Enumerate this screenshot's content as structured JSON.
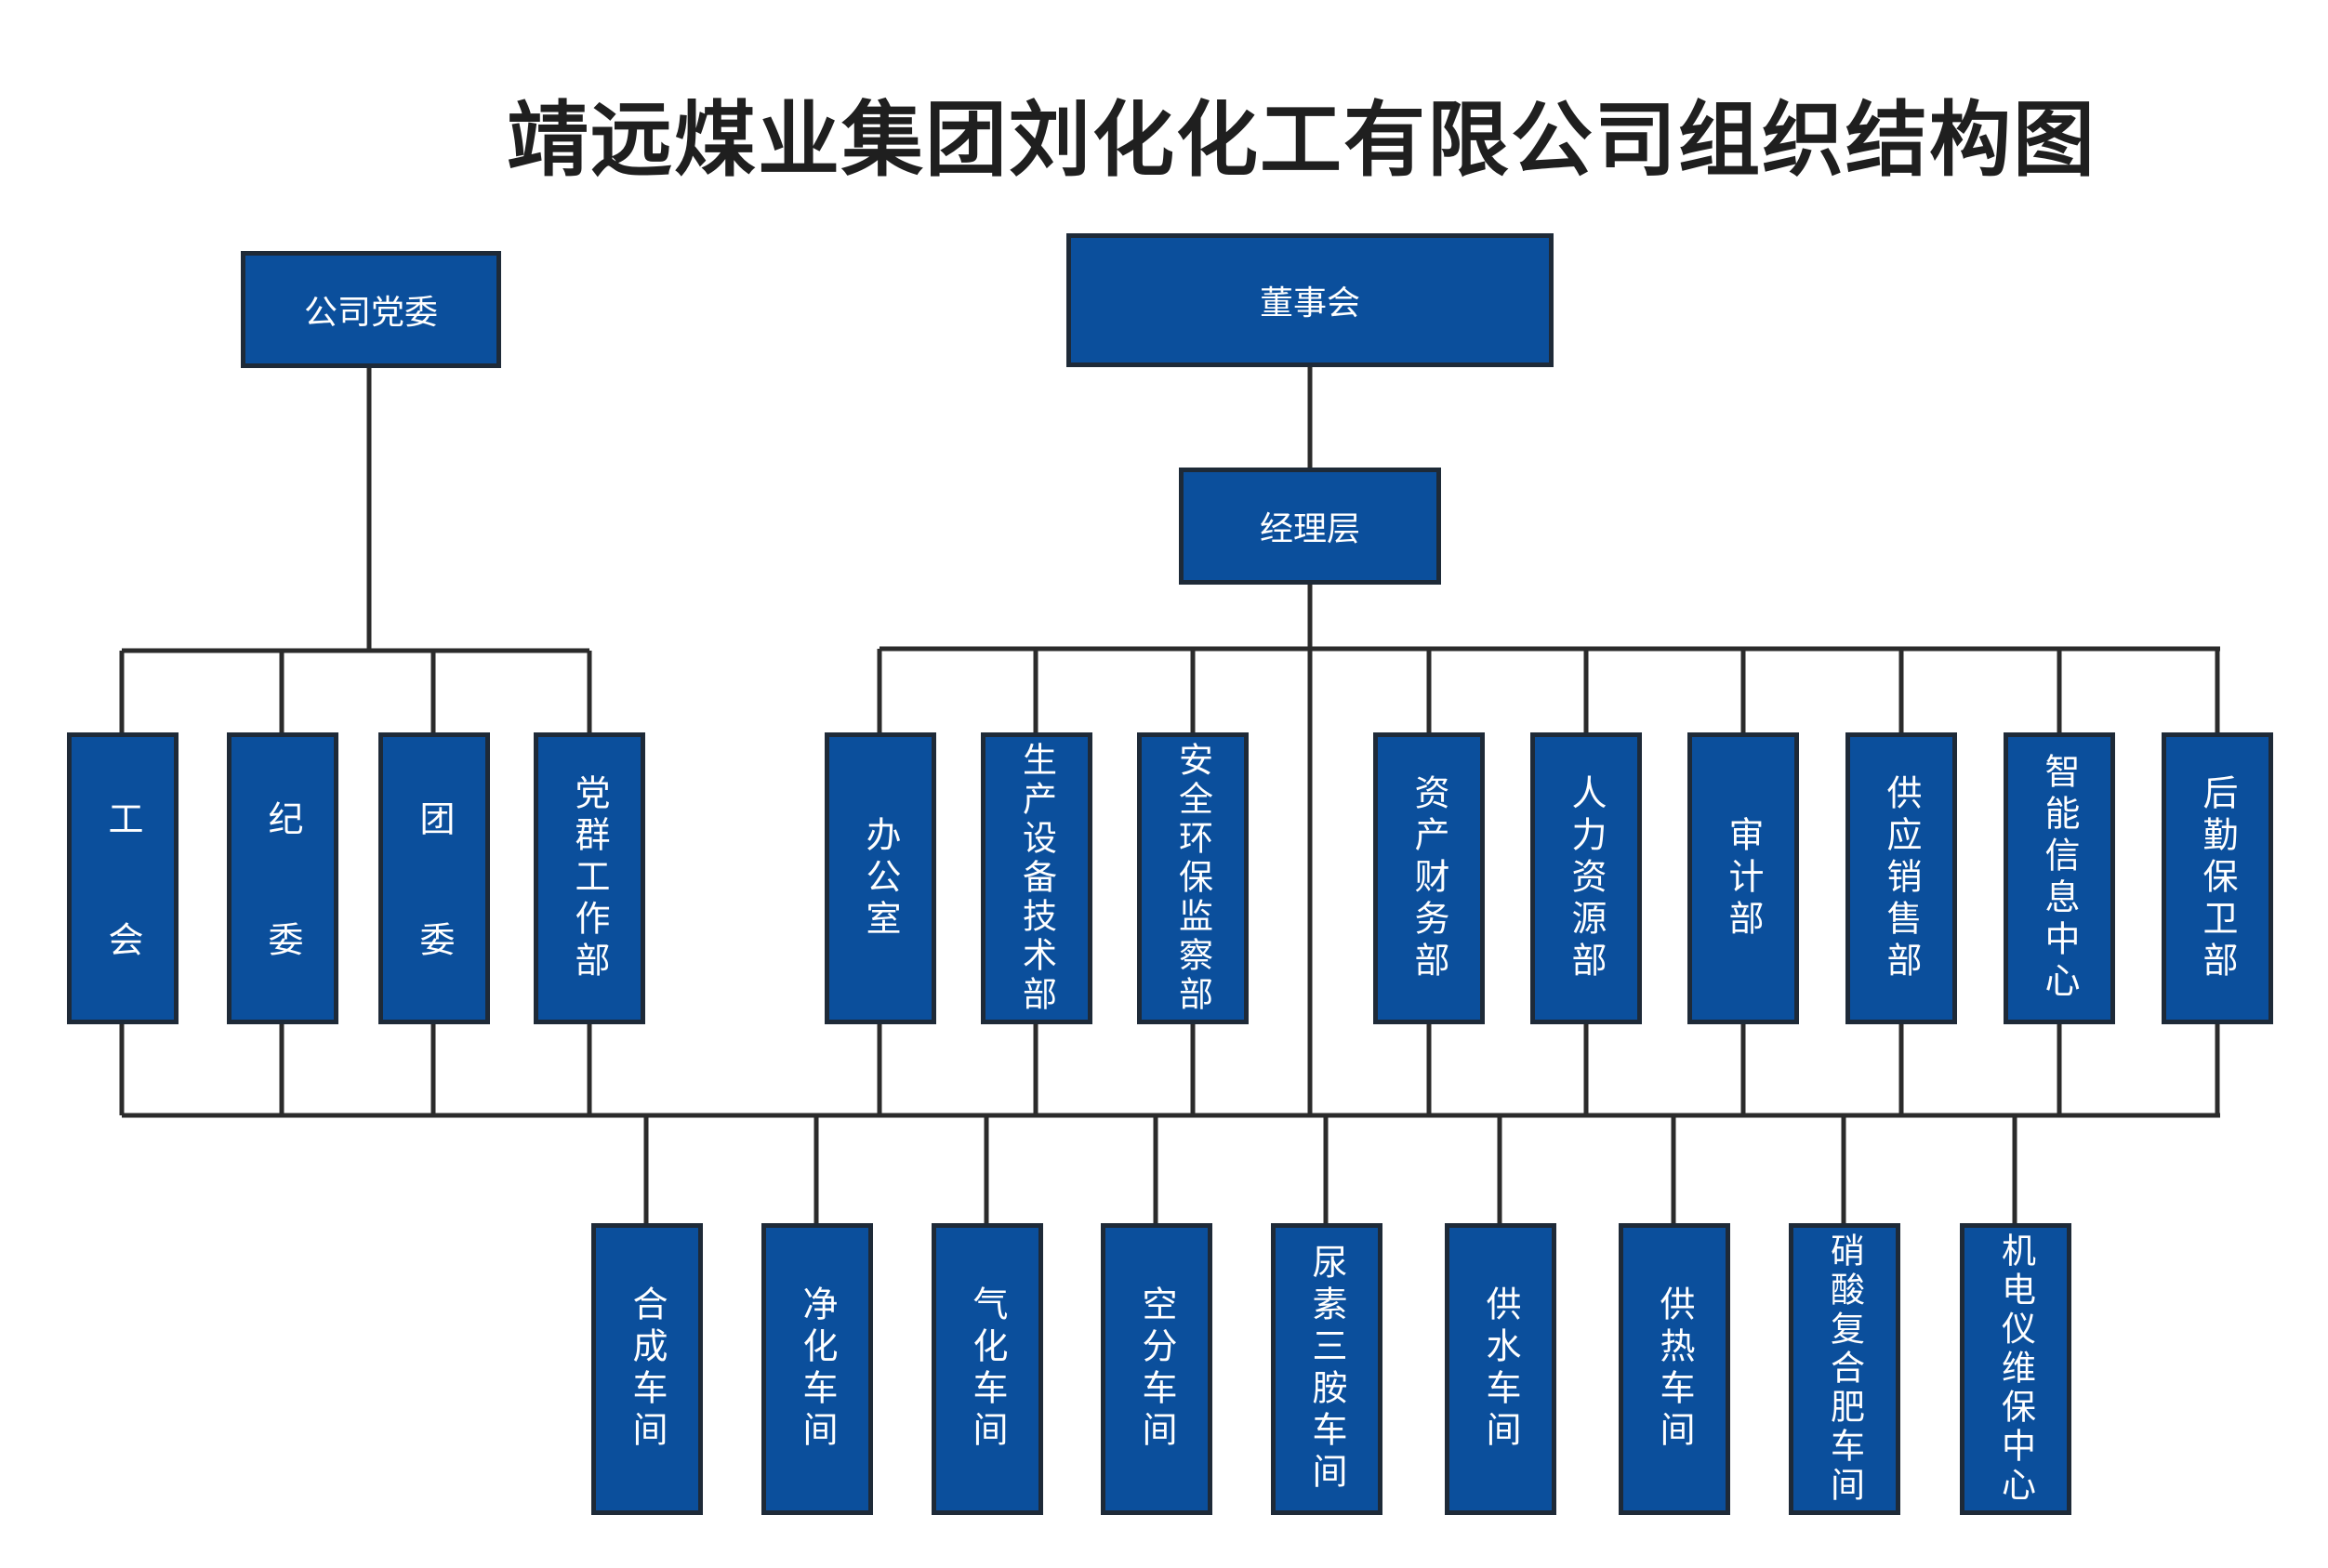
{
  "title": "靖远煤业集团刘化化工有限公司组织结构图",
  "colors": {
    "box_fill": "#0b4f9c",
    "box_border": "#1e2a38",
    "line": "#2b2b2b",
    "text": "#ffffff"
  },
  "nodes": {
    "party_committee": "公司党委",
    "board": "董事会",
    "management": "经理层",
    "union": "工会",
    "discipline": "纪委",
    "youth_league": "团委",
    "party_mass": "党群工作部",
    "office": "办公室",
    "production": "生产设备技术部",
    "safety": "安全环保监察部",
    "finance": "资产财务部",
    "hr": "人力资源部",
    "audit": "审计部",
    "supply_sales": "供应销售部",
    "info_center": "智能信息中心",
    "logistics": "后勤保卫部",
    "synthesis": "合成车间",
    "purification": "净化车间",
    "gasification": "气化车间",
    "air_separation": "空分车间",
    "urea_melamine": "尿素三胺车间",
    "water_supply": "供水车间",
    "heat_supply": "供热车间",
    "nitrate_fertilizer": "硝酸复合肥车间",
    "maintenance_center": "机电仪维保中心"
  }
}
